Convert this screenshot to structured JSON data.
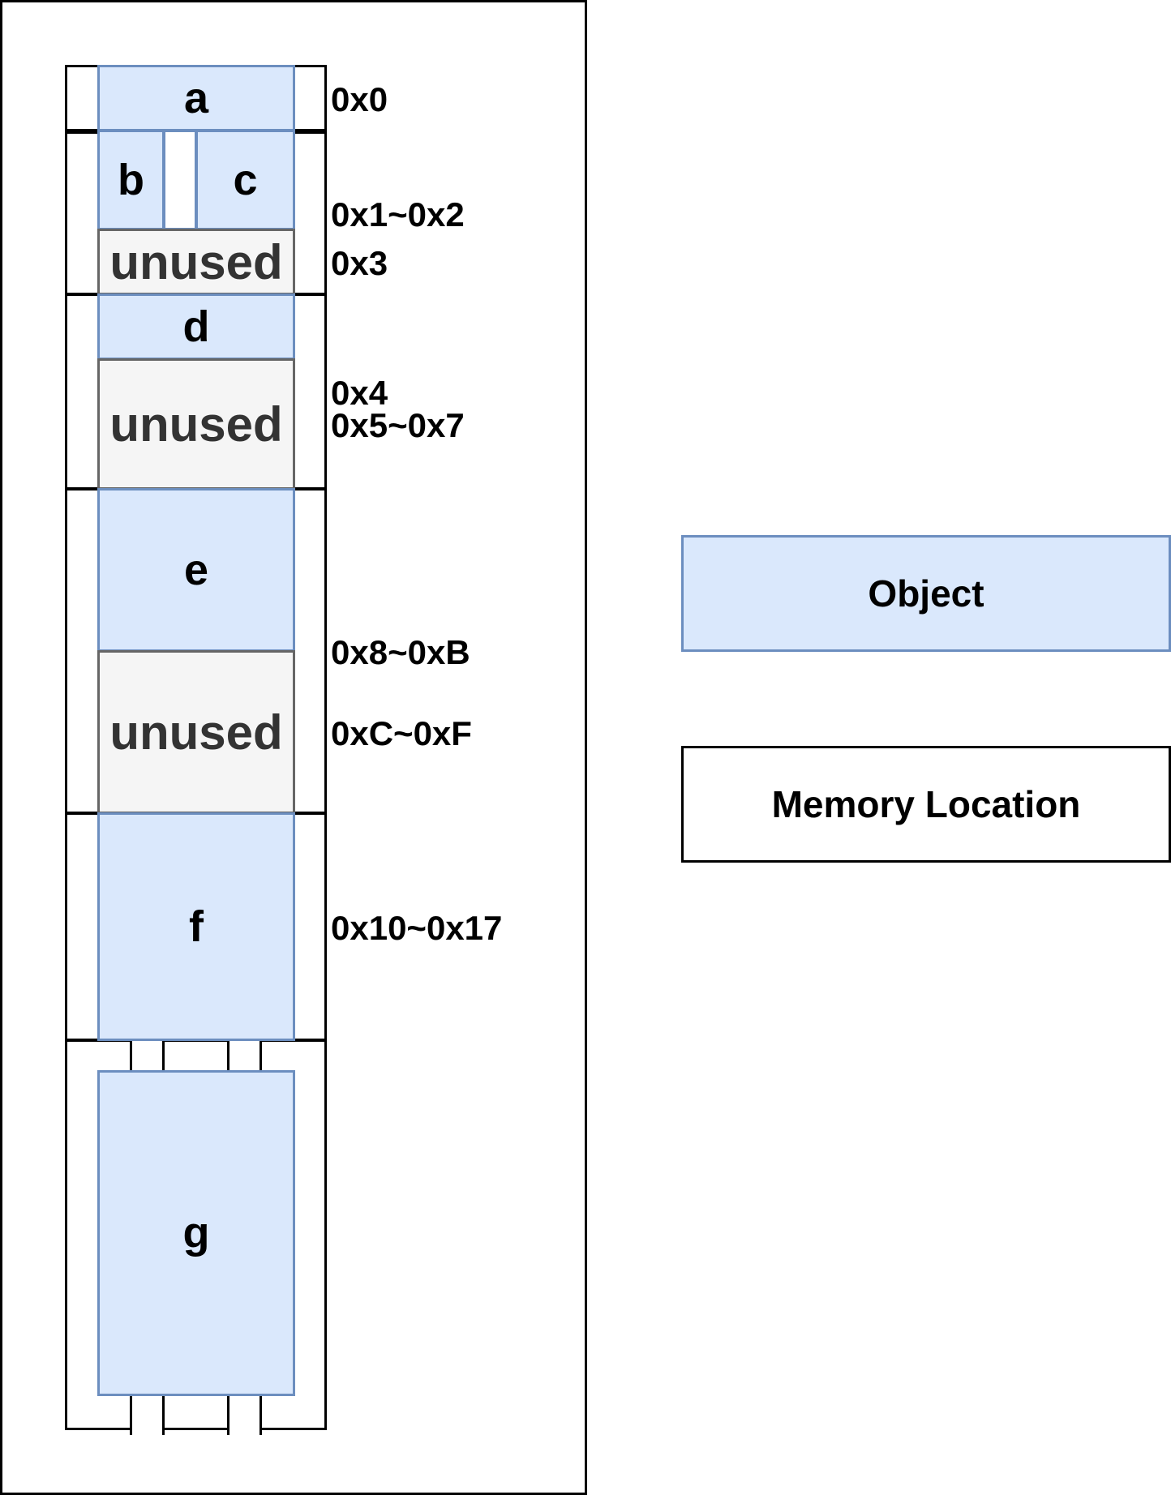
{
  "objects": {
    "a": "a",
    "b": "b",
    "c": "c",
    "d": "d",
    "e": "e",
    "f": "f",
    "g": "g"
  },
  "unused_label": "unused",
  "addresses": {
    "a0": "0x0",
    "a1": "0x1~0x2",
    "a2": "0x3",
    "a3": "0x4",
    "a4": "0x5~0x7",
    "a5": "0x8~0xB",
    "a6": "0xC~0xF",
    "a7": "0x10~0x17"
  },
  "legend": {
    "object": "Object",
    "memory_location": "Memory Location"
  },
  "colors": {
    "object_fill": "#dae8fc",
    "object_stroke": "#6c8ebf",
    "unused_fill": "#f5f5f5",
    "unused_stroke": "#666666"
  }
}
